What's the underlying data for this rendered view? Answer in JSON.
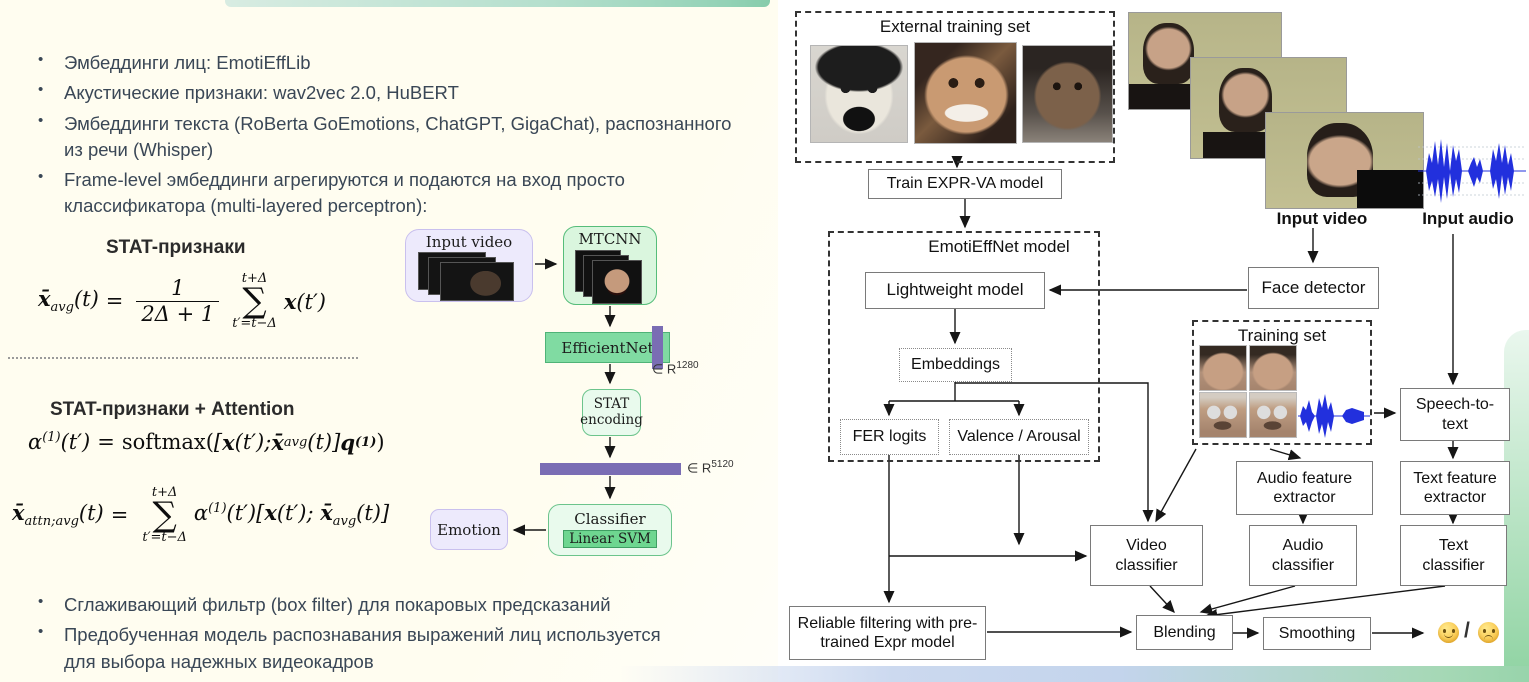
{
  "slide": {
    "bullets_top": [
      "Эмбеддинги лиц: EmotiEffLib",
      "Акустические признаки: wav2vec 2.0, HuBERT",
      "Эмбеддинги текста (RoBerta GoEmotions, ChatGPT, GigaChat), распознанного из речи (Whisper)",
      "Frame-level эмбеддинги агрегируются и подаются на вход просто классификатора (multi-layered perceptron):"
    ],
    "bullets_bottom": [
      "Сглаживающий фильтр (box filter) для покаровых  предсказаний",
      "Предобученная модель распознавания выражений лиц используется для выбора надежных видеокадров"
    ],
    "section_stat": "STAT-признаки",
    "section_attn": "STAT-признаки + Attention",
    "formulas": {
      "f1": {
        "lhs": "x̄",
        "lhs_sub": "avg",
        "lhs_arg": "(t)",
        "eq": "=",
        "num": "1",
        "den": "2Δ + 1",
        "sigma": "∑",
        "sum_top": "t+Δ",
        "sum_bot": "t′=t−Δ",
        "rhs": "x",
        "rhs_arg": "(t′)"
      },
      "f2": {
        "a": "α",
        "a_sup": "(1)",
        "a_arg": "(t′)",
        "eq": "=",
        "fn": "softmax(",
        "lb": "[",
        "x1": "x",
        "x1_arg": "(t′); ",
        "x2": "x̄",
        "x2_sub": "avg",
        "x2_arg": "(t)",
        "rb": "]",
        "q": "q",
        "q_sup": "(1)",
        "close": ")"
      },
      "f3": {
        "lhs": "x̄",
        "lhs_sub": "attn;avg",
        "lhs_arg": "(t)",
        "eq": "=",
        "sigma": "∑",
        "sum_top": "t+Δ",
        "sum_bot": "t′=t−Δ",
        "a": "α",
        "a_sup": "(1)",
        "a_arg": "(t′)",
        "lb": "[",
        "x1": "x",
        "x1_arg": "(t′); ",
        "x2": "x̄",
        "x2_sub": "avg",
        "x2_arg": "(t)",
        "rb": "]"
      }
    },
    "mini": {
      "input_video": "Input video",
      "mtcnn": "MTCNN",
      "efficientnet": "EfficientNet",
      "stat_encoding": "STAT encoding",
      "classifier": "Classifier",
      "linear_svm": "Linear SVM",
      "emotion": "Emotion",
      "in_r": "∈ R",
      "dim_1280": "1280",
      "dim_5120": "5120"
    },
    "flow": {
      "external_training_set": "External training set",
      "train_expr_va": "Train EXPR-VA model",
      "emotieffnet_model": "EmotiEffNet model",
      "lightweight_model": "Lightweight model",
      "embeddings": "Embeddings",
      "fer_logits": "FER logits",
      "valence_arousal": "Valence / Arousal",
      "face_detector": "Face detector",
      "training_set": "Training set",
      "speech_to_text": "Speech-to-text",
      "audio_feature_extractor": "Audio feature extractor",
      "text_feature_extractor": "Text feature extractor",
      "video_classifier": "Video classifier",
      "audio_classifier": "Audio classifier",
      "text_classifier": "Text classifier",
      "reliable_filtering": "Reliable filtering with pre-trained Expr model",
      "blending": "Blending",
      "smoothing": "Smoothing",
      "input_video": "Input video",
      "input_audio": "Input audio",
      "emoji_sep": "/"
    },
    "colors": {
      "mini_green_bar": "#80dba2",
      "mini_green_light": "#e9faed",
      "mini_purple": "#7a6db4",
      "mini_lavender": "#edeafc",
      "waveform_blue": "#2230dd",
      "edge_strip_green": "#8fd3a2",
      "bottom_band_blue": "#c3d4ec",
      "bullet_text": "#3a4756"
    }
  }
}
